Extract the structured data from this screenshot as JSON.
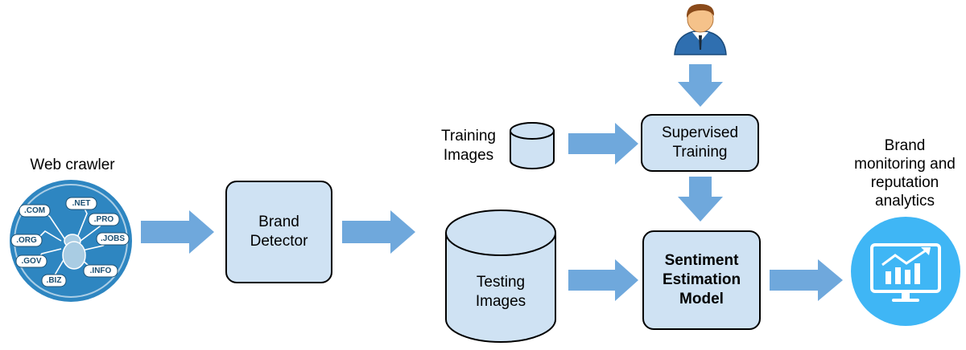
{
  "web_crawler": {
    "label": "Web crawler",
    "domains": [
      ".COM",
      ".NET",
      ".PRO",
      ".JOBS",
      ".ORG",
      ".GOV",
      ".BIZ",
      ".INFO"
    ],
    "icon": "spider-web-icon"
  },
  "brand_detector": {
    "label": "Brand\nDetector"
  },
  "training_images": {
    "label": "Training\nImages"
  },
  "testing_images": {
    "label": "Testing\nImages"
  },
  "supervised_training": {
    "label": "Supervised\nTraining"
  },
  "sentiment_model": {
    "label": "Sentiment\nEstimation\nModel"
  },
  "user": {
    "icon": "user-icon"
  },
  "output": {
    "label_lines": [
      "Brand",
      "monitoring and",
      "reputation",
      "analytics"
    ],
    "icon": "analytics-monitor-icon"
  },
  "colors": {
    "box_fill": "#cfe2f3",
    "arrow": "#6fa8dc",
    "crawler_blue": "#2e86c1",
    "monitor_blue": "#3fb6f5"
  }
}
